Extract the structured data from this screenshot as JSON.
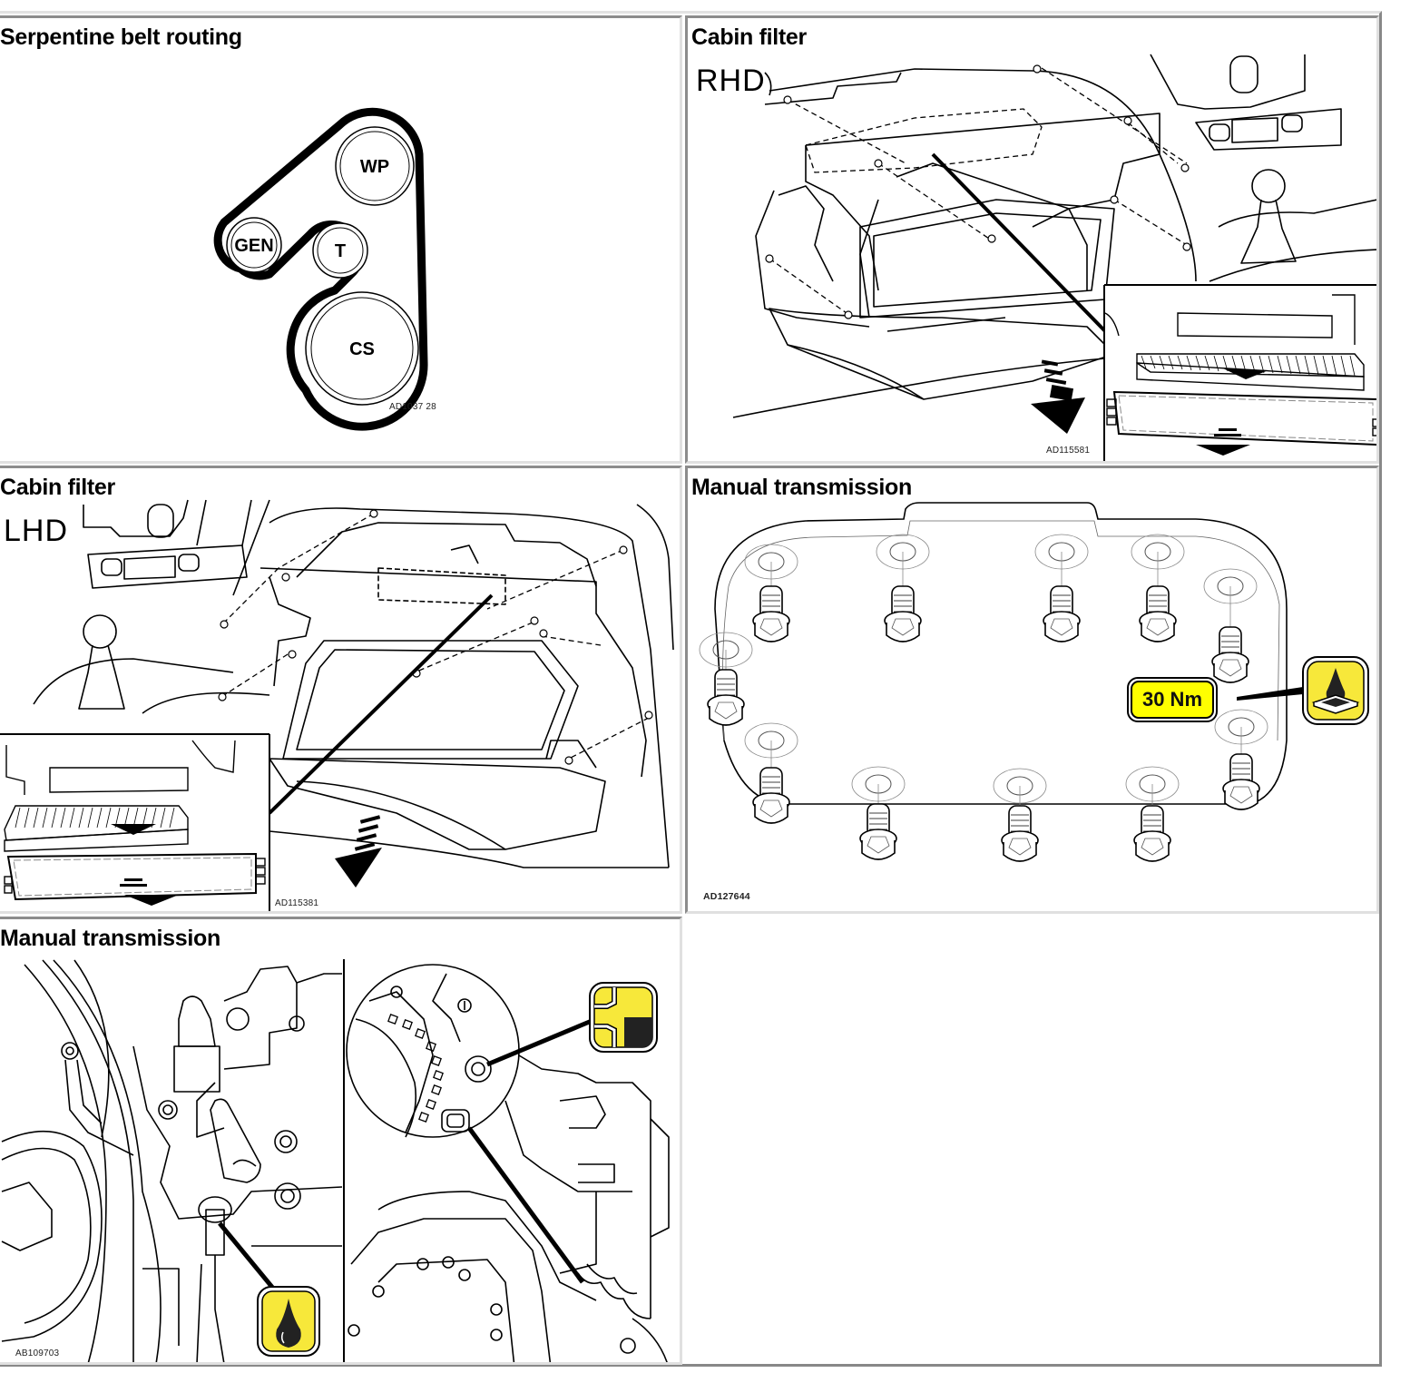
{
  "page": {
    "layout": "two-column service manual figure table"
  },
  "cells": [
    {
      "title": "Serpentine belt routing",
      "figure_code": "AD103728",
      "figure_code_display": "AD1037 28",
      "pulleys": [
        {
          "label": "WP",
          "meaning": "water pump"
        },
        {
          "label": "GEN",
          "meaning": "generator"
        },
        {
          "label": "T",
          "meaning": "tensioner"
        },
        {
          "label": "CS",
          "meaning": "crankshaft"
        }
      ]
    },
    {
      "title": "Cabin filter",
      "variant_label": "RHD",
      "figure_code": "AD115581"
    },
    {
      "title": "Cabin filter",
      "variant_label": "LHD",
      "figure_code": "AD115381"
    },
    {
      "title": "Manual transmission",
      "figure_code": "AD127644",
      "torque_label": "30 Nm",
      "callout_icon": "sealant-drop-icon"
    },
    {
      "title": "Manual transmission",
      "figure_code": "AB109703",
      "callout_icons": [
        "oil-drop-icon",
        "fluid-level-plug-icon"
      ]
    }
  ],
  "colors": {
    "callout_yellow": "#f7e83a",
    "torque_yellow": "#ffff00",
    "line": "#000000",
    "border_dark": "#8c8c8c",
    "border_light": "#e0e0e0"
  }
}
